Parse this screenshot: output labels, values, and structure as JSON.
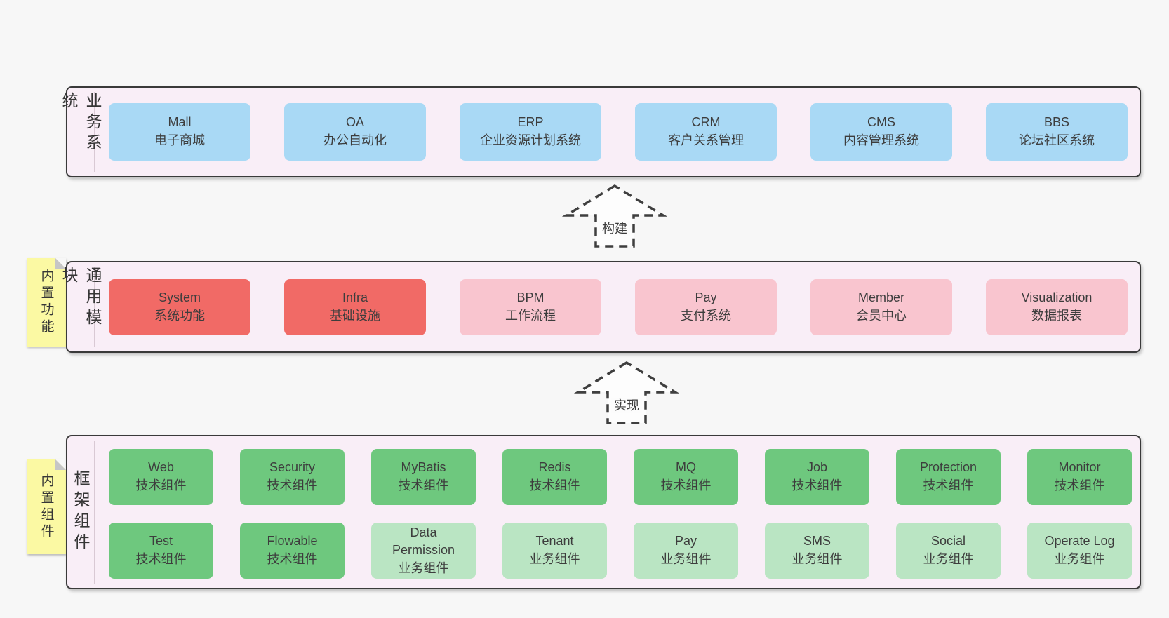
{
  "colors": {
    "page_bg": "#f7f7f7",
    "band_bg": "#f9eef7",
    "band_border": "#3a3a3a",
    "blue_box": "#a9d9f5",
    "red_box": "#f16a66",
    "pink_box": "#f9c5cf",
    "green_dark_box": "#6ec87e",
    "green_light_box": "#bae5c3",
    "note_yellow": "#fbf9a3"
  },
  "arrows": [
    {
      "label": "构建"
    },
    {
      "label": "实现"
    }
  ],
  "bands": [
    {
      "label": "业务系统",
      "boxes": [
        {
          "title": "Mall",
          "subtitle": "电子商城"
        },
        {
          "title": "OA",
          "subtitle": "办公自动化"
        },
        {
          "title": "ERP",
          "subtitle": "企业资源计划系统"
        },
        {
          "title": "CRM",
          "subtitle": "客户关系管理"
        },
        {
          "title": "CMS",
          "subtitle": "内容管理系统"
        },
        {
          "title": "BBS",
          "subtitle": "论坛社区系统"
        }
      ]
    },
    {
      "label": "通用模块",
      "note": "内置功能",
      "boxes": [
        {
          "title": "System",
          "subtitle": "系统功能"
        },
        {
          "title": "Infra",
          "subtitle": "基础设施"
        },
        {
          "title": "BPM",
          "subtitle": "工作流程"
        },
        {
          "title": "Pay",
          "subtitle": "支付系统"
        },
        {
          "title": "Member",
          "subtitle": "会员中心"
        },
        {
          "title": "Visualization",
          "subtitle": "数据报表"
        }
      ]
    },
    {
      "label": "框架组件",
      "note": "内置组件",
      "rows": [
        [
          {
            "title": "Web",
            "subtitle": "技术组件"
          },
          {
            "title": "Security",
            "subtitle": "技术组件"
          },
          {
            "title": "MyBatis",
            "subtitle": "技术组件"
          },
          {
            "title": "Redis",
            "subtitle": "技术组件"
          },
          {
            "title": "MQ",
            "subtitle": "技术组件"
          },
          {
            "title": "Job",
            "subtitle": "技术组件"
          },
          {
            "title": "Protection",
            "subtitle": "技术组件"
          },
          {
            "title": "Monitor",
            "subtitle": "技术组件"
          }
        ],
        [
          {
            "title": "Test",
            "subtitle": "技术组件"
          },
          {
            "title": "Flowable",
            "subtitle": "技术组件"
          },
          {
            "title": "Data Permission",
            "subtitle": "业务组件"
          },
          {
            "title": "Tenant",
            "subtitle": "业务组件"
          },
          {
            "title": "Pay",
            "subtitle": "业务组件"
          },
          {
            "title": "SMS",
            "subtitle": "业务组件"
          },
          {
            "title": "Social",
            "subtitle": "业务组件"
          },
          {
            "title": "Operate Log",
            "subtitle": "业务组件"
          }
        ]
      ]
    }
  ]
}
